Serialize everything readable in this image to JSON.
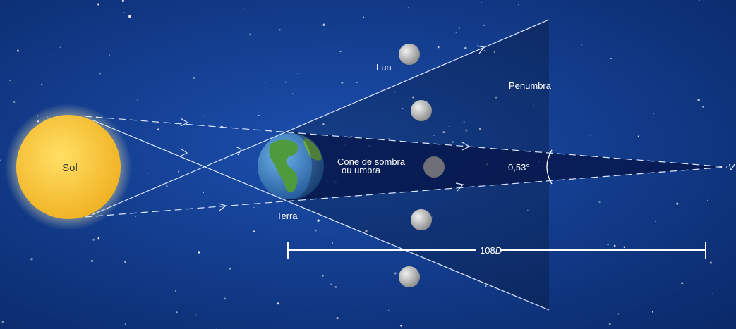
{
  "labels": {
    "sun": "Sol",
    "earth": "Terra",
    "moon": "Lua",
    "penumbra": "Penumbra",
    "umbra_line1": "Cone de sombra",
    "umbra_line2": "ou umbra",
    "angle": "0,53°",
    "vertex": "V",
    "distance_number": "108",
    "distance_unit": "D"
  },
  "colors": {
    "space": "#123f96",
    "sun": "#f7c430",
    "umbra": "#0b1b55",
    "penumbra": "#1a3a80",
    "moon": "#c7c7c7",
    "ocean": "#3a7fc4",
    "land": "#4f9a3a"
  }
}
